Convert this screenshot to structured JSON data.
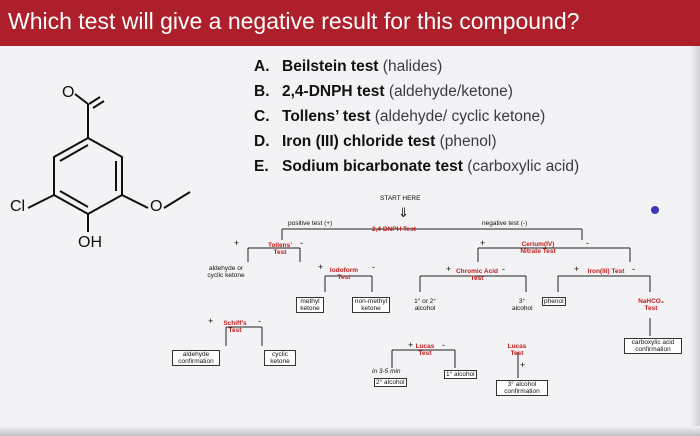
{
  "question": "Which test will give a negative result for this compound?",
  "molecule": {
    "label_o": "O",
    "label_cl": "Cl",
    "label_oh": "OH",
    "label_o_methoxy": "O"
  },
  "options": [
    {
      "letter": "A.",
      "name": "Beilstein test",
      "hint": "(halides)"
    },
    {
      "letter": "B.",
      "name": "2,4-DNPH test",
      "hint": "(aldehyde/ketone)"
    },
    {
      "letter": "C.",
      "name": "Tollens’ test",
      "hint": "(aldehyde/ cyclic ketone)"
    },
    {
      "letter": "D.",
      "name": "Iron (III) chloride test",
      "hint": "(phenol)"
    },
    {
      "letter": "E.",
      "name": "Sodium bicarbonate test",
      "hint": "(carboxylic acid)"
    }
  ],
  "flow": {
    "start": "START HERE",
    "arrow": "⇓",
    "pos": "positive test (+)",
    "neg": "negative test (-)",
    "dnph": "2,4 DNPH Test",
    "tollens": "Tollens’ Test",
    "iodoform": "Iodoform Test",
    "aldehyde": "aldehyde or cyclic ketone",
    "methyl": "methyl ketone",
    "nonmethyl": "non-methyl ketone",
    "schiffs": "Schiff’s Test",
    "ald_conf": "aldehyde confirmation",
    "cyclic": "cyclic ketone",
    "cerium": "Cerium(IV) Nitrate Test",
    "chromic": "Chromic Acid Test",
    "iron": "Iron(III) Test",
    "alc12": "1° or 2° alcohol",
    "alc3": "3° alcohol",
    "phenol": "phenol",
    "nahco": "NaHCO₃ Test",
    "lucas1": "Lucas Test",
    "lucas2": "Lucas Test",
    "time": "in 3-5 min",
    "alc2": "2° alcohol",
    "alc1": "1° alcohol",
    "alc3conf": "3° alcohol confirmation",
    "carbconf": "carboxylic acid confirmation",
    "plus": "+",
    "minus": "-"
  }
}
